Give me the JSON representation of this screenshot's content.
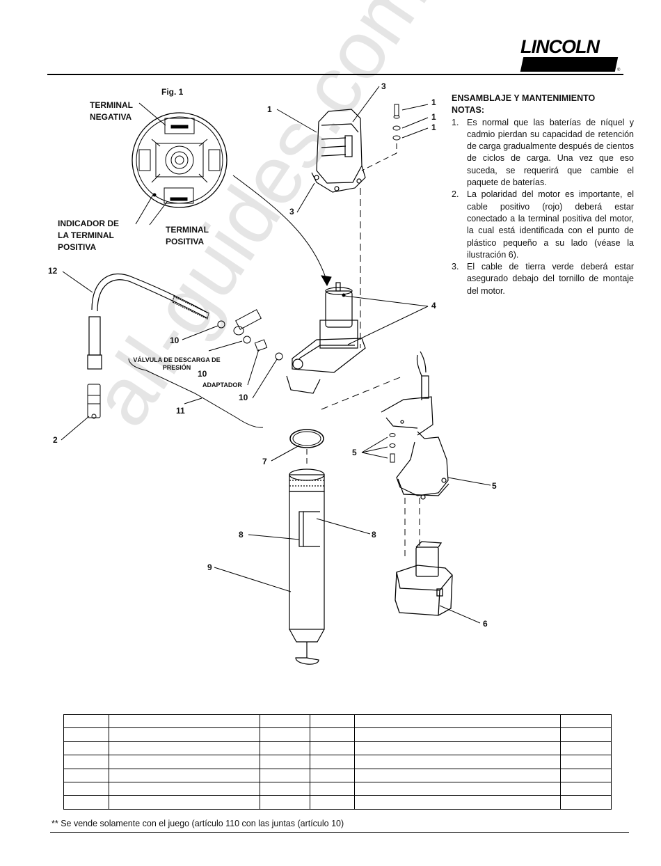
{
  "header": {
    "logo_text": "LINCOLN",
    "logo_reg": "®"
  },
  "figure": {
    "fig_label": "Fig. 1",
    "terminal_negativa": "TERMINAL NEGATIVA",
    "indicador": "INDICADOR DE LA TERMINAL POSITIVA",
    "terminal_positiva": "TERMINAL POSITIVA",
    "valvula": "VÁLVULA DE DESCARGA DE PRESIÓN",
    "adaptador": "ADAPTADOR",
    "callouts": {
      "c1a": "1",
      "c1b": "1",
      "c1c": "1",
      "c1d": "1",
      "c2": "2",
      "c3a": "3",
      "c3b": "3",
      "c4": "4",
      "c5a": "5",
      "c5b": "5",
      "c6": "6",
      "c7": "7",
      "c8a": "8",
      "c8b": "8",
      "c9": "9",
      "c10a": "10",
      "c10b": "10",
      "c10c": "10",
      "c11": "11",
      "c12": "12"
    }
  },
  "notes": {
    "heading": "ENSAMBLAJE Y MANTENIMIENTO",
    "subheading": "NOTAS:",
    "items": [
      {
        "n": "1.",
        "text": "Es normal que las baterías de níquel y cadmio pierdan su capacidad de retención de carga gradualmente después de cientos de ciclos de carga.  Una vez que eso suceda, se requerirá que cambie el paquete de baterías."
      },
      {
        "n": "2.",
        "text": "La polaridad del motor es importante, el cable positivo (rojo) deberá estar conectado a la terminal positiva del motor, la cual está identificada con el punto de plástico pequeño a su lado (véase la ilustración 6)."
      },
      {
        "n": "3.",
        "text": "El cable de tierra verde deberá estar asegurado debajo del tornillo de montaje del motor."
      }
    ]
  },
  "watermark": "all-guides.com",
  "table": {
    "rows": [
      [
        "",
        "",
        "",
        "",
        "",
        ""
      ],
      [
        "",
        "",
        "",
        "",
        "",
        ""
      ],
      [
        "",
        "",
        "",
        "",
        "",
        ""
      ],
      [
        "",
        "",
        "",
        "",
        "",
        ""
      ],
      [
        "",
        "",
        "",
        "",
        "",
        ""
      ],
      [
        "",
        "",
        "",
        "",
        "",
        ""
      ],
      [
        "",
        "",
        "",
        "",
        "",
        ""
      ]
    ]
  },
  "footnote": "** Se vende solamente con el juego (artículo 110 con las juntas (artículo 10)"
}
